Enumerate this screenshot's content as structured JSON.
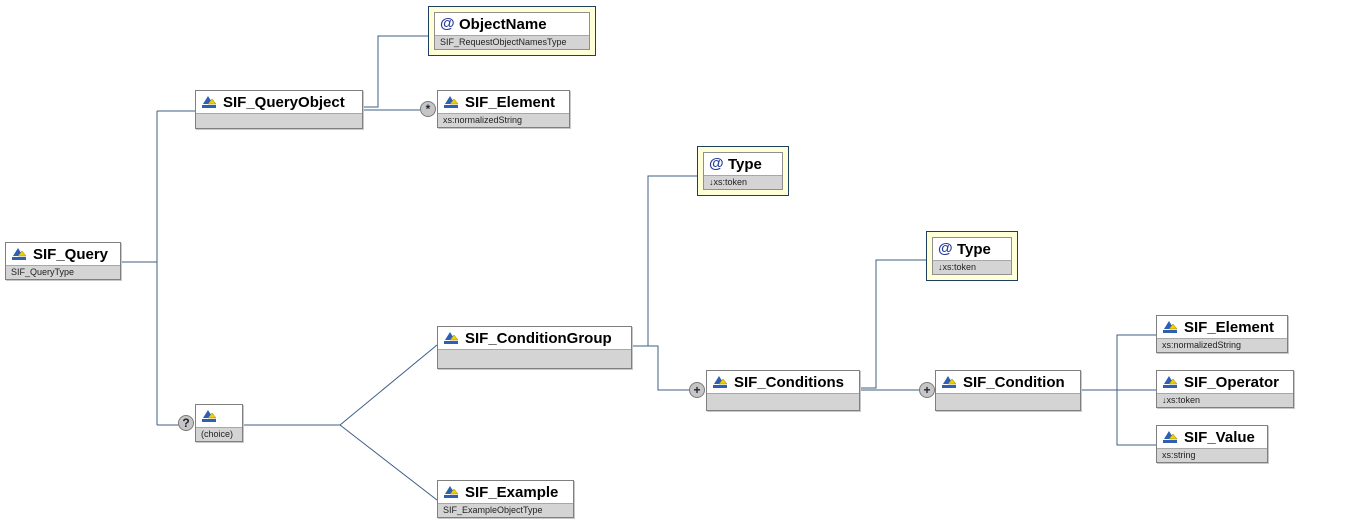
{
  "nodes": {
    "sif_query": {
      "name": "SIF_Query",
      "type": "SIF_QueryType"
    },
    "sif_queryobject": {
      "name": "SIF_QueryObject",
      "type": ""
    },
    "objectname": {
      "name": "ObjectName",
      "type": "SIF_RequestObjectNamesType"
    },
    "sif_element_top": {
      "name": "SIF_Element",
      "type": "xs:normalizedString"
    },
    "choice": {
      "name": "",
      "type": "(choice)"
    },
    "sif_conditiongroup": {
      "name": "SIF_ConditionGroup",
      "type": ""
    },
    "type_group": {
      "name": "Type",
      "type": "↓xs:token"
    },
    "sif_conditions": {
      "name": "SIF_Conditions",
      "type": ""
    },
    "type_conditions": {
      "name": "Type",
      "type": "↓xs:token"
    },
    "sif_condition": {
      "name": "SIF_Condition",
      "type": ""
    },
    "sif_element_cond": {
      "name": "SIF_Element",
      "type": "xs:normalizedString"
    },
    "sif_operator": {
      "name": "SIF_Operator",
      "type": "↓xs:token"
    },
    "sif_value": {
      "name": "SIF_Value",
      "type": "xs:string"
    },
    "sif_example": {
      "name": "SIF_Example",
      "type": "SIF_ExampleObjectType"
    }
  },
  "badges": {
    "many": "*",
    "optional": "?",
    "expand_conditions": "+",
    "expand_condition": "+"
  },
  "icons": {
    "element": "element-icon",
    "attribute": "at-icon",
    "attribute_glyph": "@"
  },
  "colors": {
    "connector": "#3c5f86",
    "attr_fill": "#ffffd8",
    "type_fill": "#d4d4d4"
  }
}
